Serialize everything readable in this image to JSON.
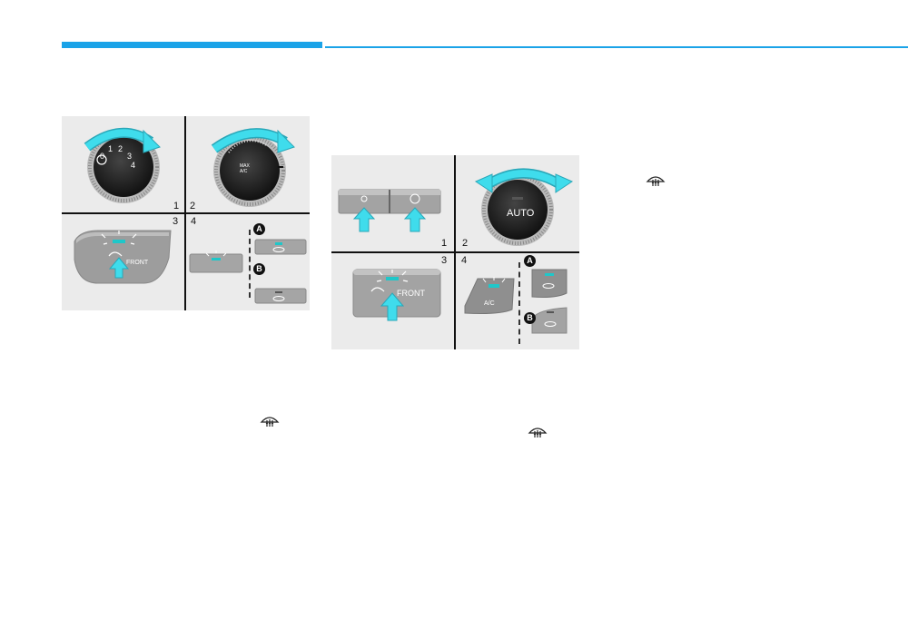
{
  "figure1": {
    "dial_numbers": [
      "0",
      "1",
      "2",
      "3",
      "4"
    ],
    "max_ac_label": [
      "MAX",
      "A/C"
    ],
    "front_label": "FRONT",
    "panel_numbers": [
      "1",
      "2",
      "3",
      "4"
    ],
    "badges": [
      "A",
      "B"
    ]
  },
  "figure2": {
    "auto_label": "AUTO",
    "front_label": "FRONT",
    "ac_label": "A/C",
    "panel_numbers": [
      "1",
      "2",
      "3",
      "4"
    ],
    "badges": [
      "A",
      "B"
    ]
  },
  "colors": {
    "accent": "#1aa3e8",
    "arrow": "#35d3e6",
    "indicator": "#1fc7c9"
  },
  "icons": [
    "defrost-icon",
    "fan-icon",
    "recirculation-icon",
    "arrow-up-icon",
    "rotate-arrow-icon"
  ]
}
